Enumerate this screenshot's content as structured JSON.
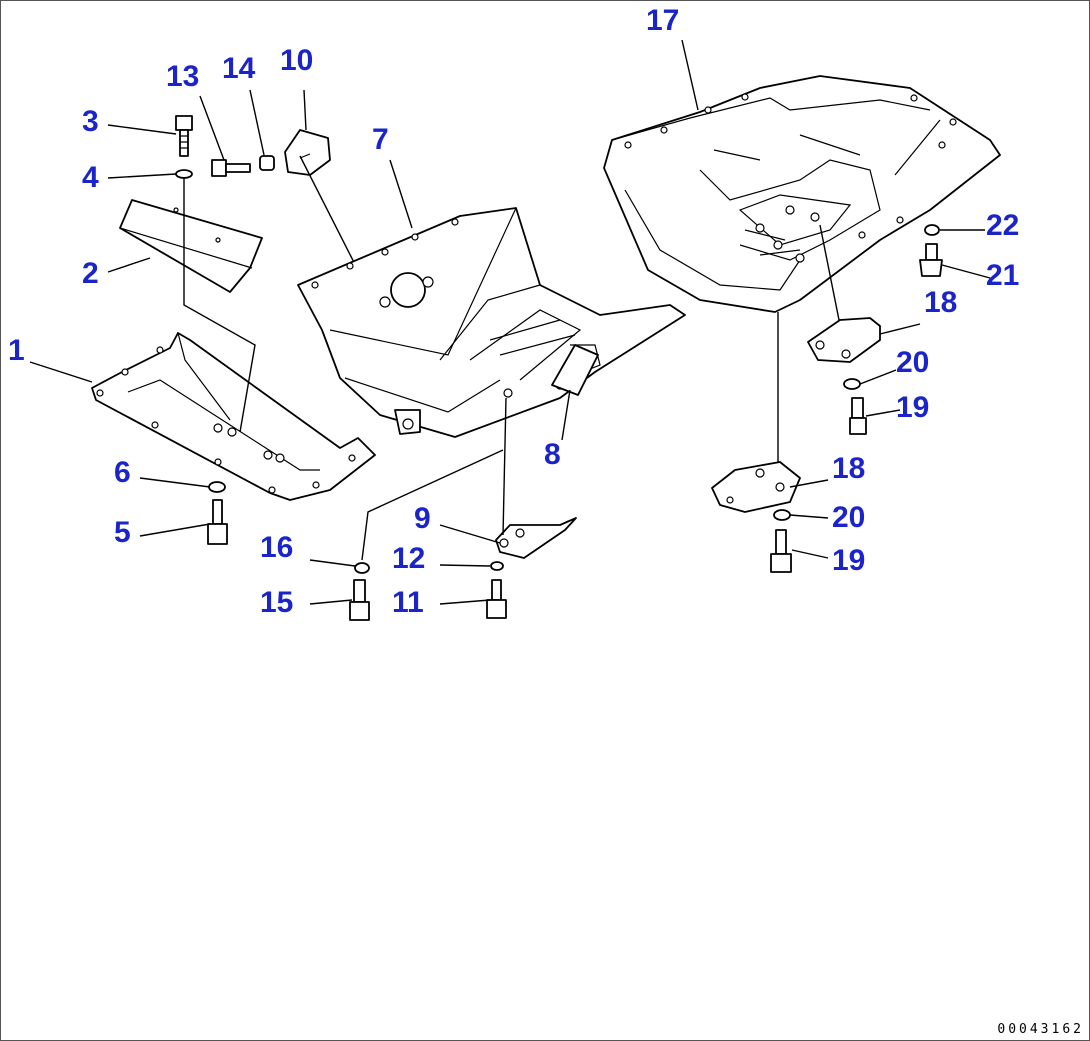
{
  "colors": {
    "callout": "#1a24c8",
    "line": "#000000",
    "background": "#ffffff"
  },
  "document_number": "00043162",
  "callouts": [
    {
      "id": "c1",
      "text": "1"
    },
    {
      "id": "c2",
      "text": "2"
    },
    {
      "id": "c3",
      "text": "3"
    },
    {
      "id": "c4",
      "text": "4"
    },
    {
      "id": "c5",
      "text": "5"
    },
    {
      "id": "c6",
      "text": "6"
    },
    {
      "id": "c7",
      "text": "7"
    },
    {
      "id": "c8",
      "text": "8"
    },
    {
      "id": "c9",
      "text": "9"
    },
    {
      "id": "c10",
      "text": "10"
    },
    {
      "id": "c11",
      "text": "11"
    },
    {
      "id": "c12",
      "text": "12"
    },
    {
      "id": "c13",
      "text": "13"
    },
    {
      "id": "c14",
      "text": "14"
    },
    {
      "id": "c15",
      "text": "15"
    },
    {
      "id": "c16",
      "text": "16"
    },
    {
      "id": "c17",
      "text": "17"
    },
    {
      "id": "c18a",
      "text": "18"
    },
    {
      "id": "c19a",
      "text": "19"
    },
    {
      "id": "c20a",
      "text": "20"
    },
    {
      "id": "c21",
      "text": "21"
    },
    {
      "id": "c22",
      "text": "22"
    },
    {
      "id": "c18b",
      "text": "18"
    },
    {
      "id": "c20b",
      "text": "20"
    },
    {
      "id": "c19b",
      "text": "19"
    }
  ]
}
